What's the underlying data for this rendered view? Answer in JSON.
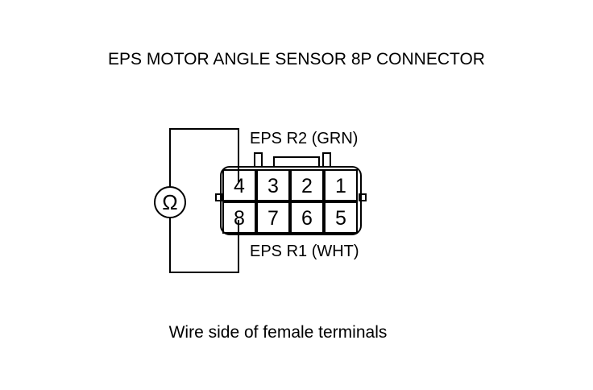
{
  "title": "EPS MOTOR ANGLE SENSOR 8P CONNECTOR",
  "labels": {
    "top_wire": "EPS R2 (GRN)",
    "bottom_wire": "EPS R1 (WHT)"
  },
  "meter_symbol": "Ω",
  "connector": {
    "top_row": [
      "4",
      "3",
      "2",
      "1"
    ],
    "bottom_row": [
      "8",
      "7",
      "6",
      "5"
    ]
  },
  "caption": "Wire side of female terminals",
  "colors": {
    "ink": "#000000",
    "background": "#ffffff"
  }
}
